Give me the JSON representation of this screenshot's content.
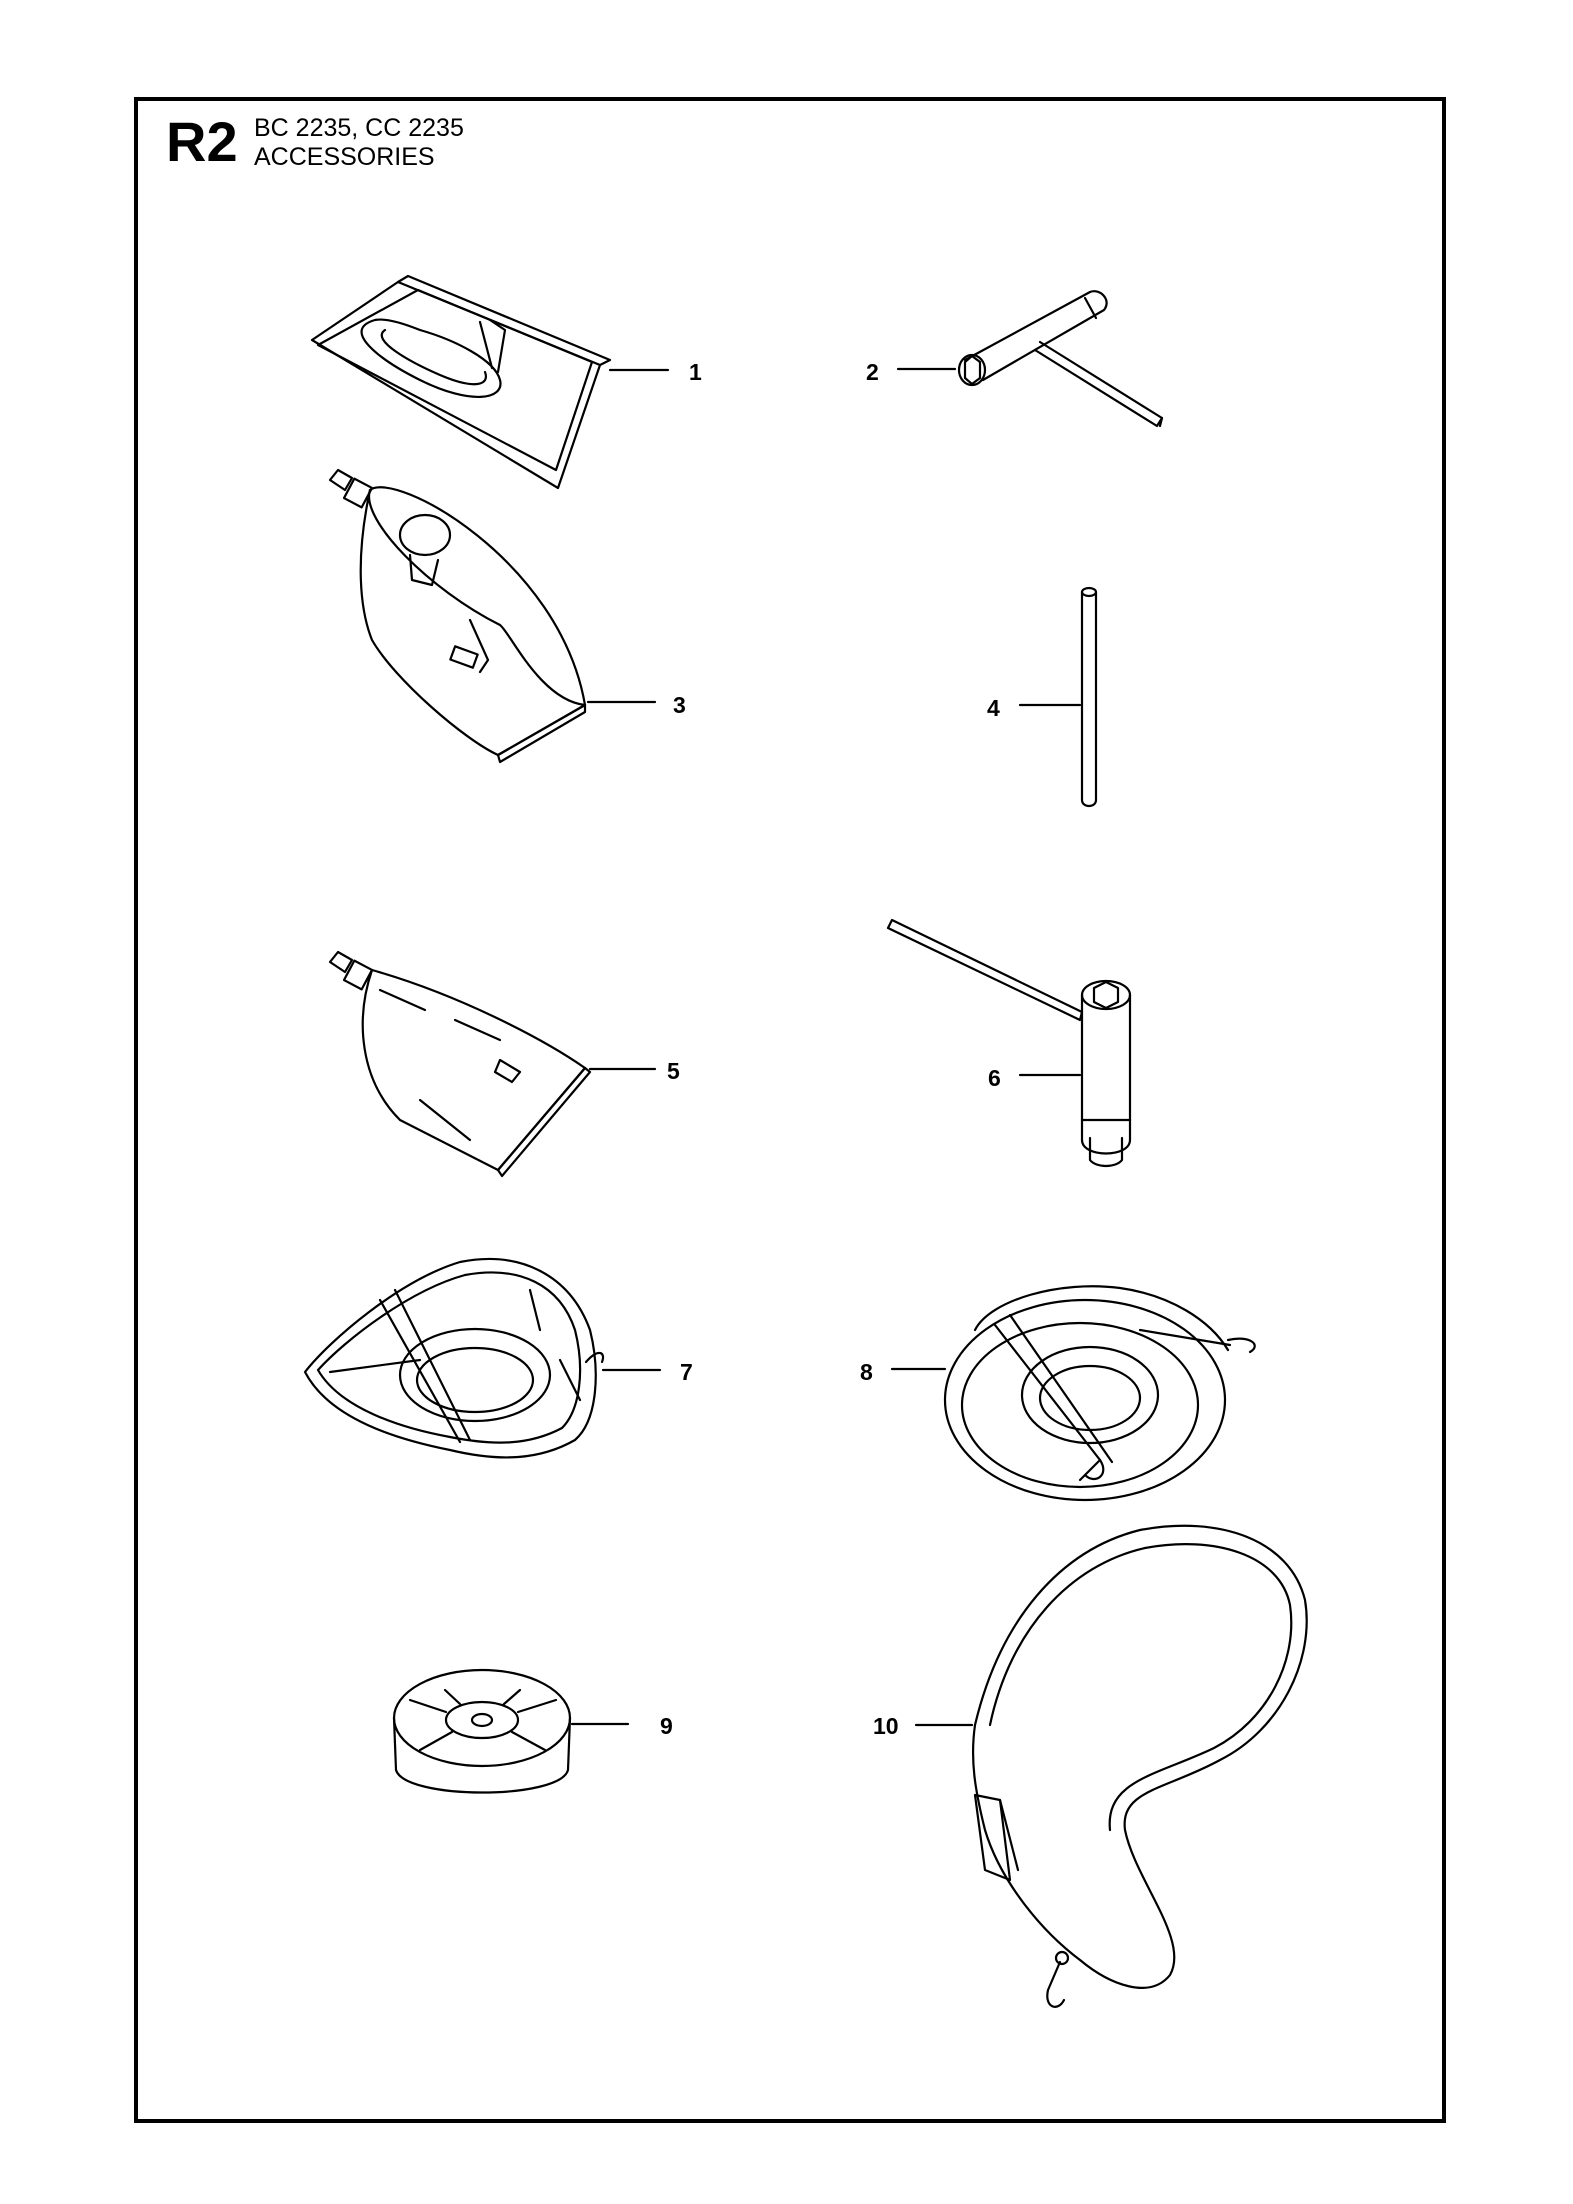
{
  "header": {
    "code": "R2",
    "models": "BC 2235, CC 2235",
    "section": "ACCESSORIES"
  },
  "parts": [
    {
      "number": "1",
      "icon": "bag-icon"
    },
    {
      "number": "2",
      "icon": "socket-wrench-icon"
    },
    {
      "number": "3",
      "icon": "grease-tube-icon"
    },
    {
      "number": "4",
      "icon": "locking-pin-icon"
    },
    {
      "number": "5",
      "icon": "grease-tube-icon"
    },
    {
      "number": "6",
      "icon": "combination-spanner-icon"
    },
    {
      "number": "7",
      "icon": "trimmer-guard-icon"
    },
    {
      "number": "8",
      "icon": "round-guard-icon"
    },
    {
      "number": "9",
      "icon": "cap-icon"
    },
    {
      "number": "10",
      "icon": "harness-strap-icon"
    }
  ]
}
